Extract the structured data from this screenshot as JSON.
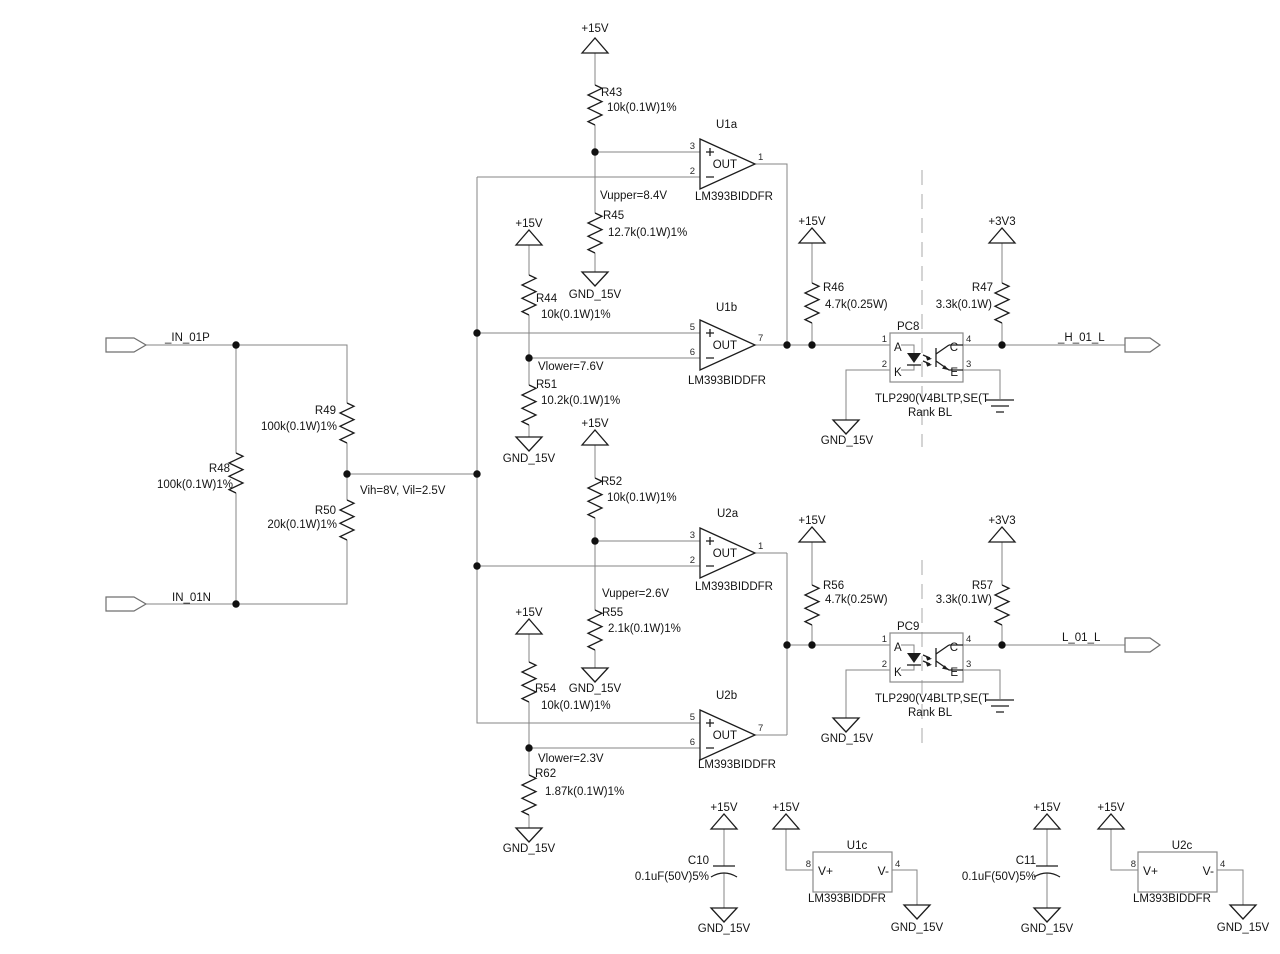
{
  "colors": {
    "background": "#ffffff",
    "wire": "#848484",
    "symbol": "#1c1c1c",
    "component_box": "#8a8a8a",
    "text": "#141414",
    "isolation_dash": "#c9c9c9"
  },
  "power": {
    "p15": "+15V",
    "p3v3": "+3V3",
    "gnd15": "GND_15V"
  },
  "ports": {
    "in_p": "_IN_01P",
    "in_n": "IN_01N",
    "out_h": "_H_01_L",
    "out_l": "L_01_L"
  },
  "notes": {
    "threshold": "Vih=8V, Vil=2.5V",
    "vupper1": "Vupper=8.4V",
    "vlower1": "Vlower=7.6V",
    "vupper2": "Vupper=2.6V",
    "vlower2": "Vlower=2.3V"
  },
  "resistors": {
    "r43": {
      "ref": "R43",
      "value": "10k(0.1W)1%"
    },
    "r44": {
      "ref": "R44",
      "value": "10k(0.1W)1%"
    },
    "r45": {
      "ref": "R45",
      "value": "12.7k(0.1W)1%"
    },
    "r46": {
      "ref": "R46",
      "value": "4.7k(0.25W)"
    },
    "r47": {
      "ref": "R47",
      "value": "3.3k(0.1W)"
    },
    "r48": {
      "ref": "R48",
      "value": "100k(0.1W)1%"
    },
    "r49": {
      "ref": "R49",
      "value": "100k(0.1W)1%"
    },
    "r50": {
      "ref": "R50",
      "value": "20k(0.1W)1%"
    },
    "r51": {
      "ref": "R51",
      "value": "10.2k(0.1W)1%"
    },
    "r52": {
      "ref": "R52",
      "value": "10k(0.1W)1%"
    },
    "r54": {
      "ref": "R54",
      "value": "10k(0.1W)1%"
    },
    "r55": {
      "ref": "R55",
      "value": "2.1k(0.1W)1%"
    },
    "r56": {
      "ref": "R56",
      "value": "4.7k(0.25W)"
    },
    "r57": {
      "ref": "R57",
      "value": "3.3k(0.1W)"
    },
    "r62": {
      "ref": "R62",
      "value": "1.87k(0.1W)1%"
    }
  },
  "comparators": {
    "u1a": {
      "ref": "U1a",
      "part": "LM393BIDDFR",
      "out_label": "OUT",
      "pin_plus": "3",
      "pin_minus": "2",
      "pin_out": "1"
    },
    "u1b": {
      "ref": "U1b",
      "part": "LM393BIDDFR",
      "out_label": "OUT",
      "pin_plus": "5",
      "pin_minus": "6",
      "pin_out": "7"
    },
    "u2a": {
      "ref": "U2a",
      "part": "LM393BIDDFR",
      "out_label": "OUT",
      "pin_plus": "3",
      "pin_minus": "2",
      "pin_out": "1"
    },
    "u2b": {
      "ref": "U2b",
      "part": "LM393BIDDFR",
      "out_label": "OUT",
      "pin_plus": "5",
      "pin_minus": "6",
      "pin_out": "7"
    }
  },
  "optocouplers": {
    "pc8": {
      "ref": "PC8",
      "part": "TLP290(V4BLTP,SE(T",
      "rank": "Rank BL",
      "pin_a": "1",
      "pin_k": "2",
      "pin_c": "4",
      "pin_e": "3",
      "lbl_a": "A",
      "lbl_k": "K",
      "lbl_c": "C",
      "lbl_e": "E"
    },
    "pc9": {
      "ref": "PC9",
      "part": "TLP290(V4BLTP,SE(T",
      "rank": "Rank BL",
      "pin_a": "1",
      "pin_k": "2",
      "pin_c": "4",
      "pin_e": "3",
      "lbl_a": "A",
      "lbl_k": "K",
      "lbl_c": "C",
      "lbl_e": "E"
    }
  },
  "capacitors": {
    "c10": {
      "ref": "C10",
      "value": "0.1uF(50V)5%"
    },
    "c11": {
      "ref": "C11",
      "value": "0.1uF(50V)5%"
    }
  },
  "power_sections": {
    "u1c": {
      "ref": "U1c",
      "part": "LM393BIDDFR",
      "vplus": "V+",
      "vminus": "V-",
      "pin_vplus": "8",
      "pin_vminus": "4"
    },
    "u2c": {
      "ref": "U2c",
      "part": "LM393BIDDFR",
      "vplus": "V+",
      "vminus": "V-",
      "pin_vplus": "8",
      "pin_vminus": "4"
    }
  }
}
